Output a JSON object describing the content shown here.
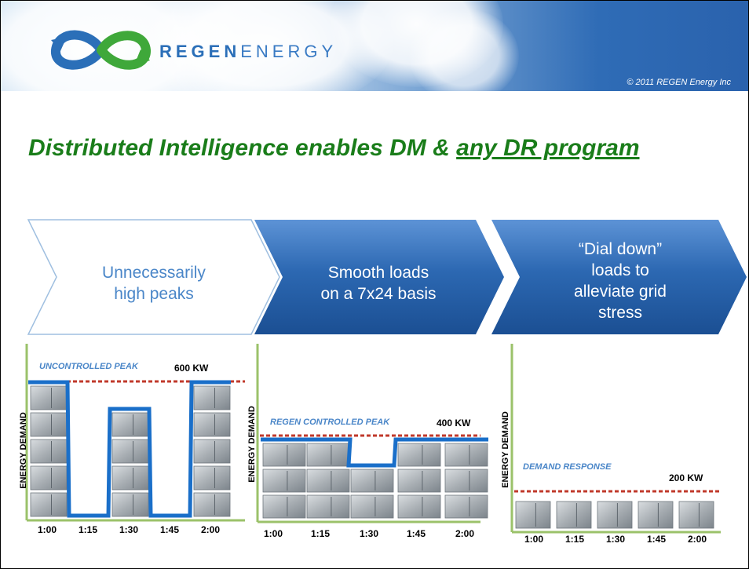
{
  "header": {
    "brand_regen": "REGEN",
    "brand_energy": "ENERGY",
    "copyright": "© 2011 REGEN Energy Inc",
    "logo_icon": "infinity-arrows-icon"
  },
  "title": {
    "main": "Distributed Intelligence enables DM & ",
    "underlined": "any DR program"
  },
  "chevrons": [
    {
      "lines": [
        "Unnecessarily",
        "high peaks"
      ],
      "style": "outline"
    },
    {
      "lines": [
        "Smooth loads",
        "on a 7x24 basis"
      ],
      "style": "blue"
    },
    {
      "lines": [
        "“Dial down”",
        "loads to",
        "alleviate grid",
        "stress"
      ],
      "style": "blue"
    }
  ],
  "colors": {
    "title_green": "#1a7d1a",
    "accent_blue": "#2b6fb8",
    "axis_green": "#9bc26a",
    "peak_red": "#c0392b",
    "label_blue": "#4a86c8",
    "load_line": "#1a6fc9"
  },
  "panels": [
    {
      "ylabel": "ENERGY DEMAND",
      "peak_label": "UNCONTROLLED PEAK",
      "kw": "600 KW",
      "ticks": [
        "1:00",
        "1:15",
        "1:30",
        "1:45",
        "2:00"
      ],
      "unit_stacks": [
        5,
        0,
        4,
        0,
        5
      ]
    },
    {
      "ylabel": "ENERGY DEMAND",
      "peak_label": "REGEN CONTROLLED PEAK",
      "kw": "400 KW",
      "ticks": [
        "1:00",
        "1:15",
        "1:30",
        "1:45",
        "2:00"
      ],
      "unit_stacks": [
        3,
        3,
        2,
        3,
        3
      ]
    },
    {
      "ylabel": "ENERGY DEMAND",
      "peak_label": "DEMAND RESPONSE",
      "kw": "200 KW",
      "ticks": [
        "1:00",
        "1:15",
        "1:30",
        "1:45",
        "2:00"
      ],
      "unit_stacks": [
        1,
        1,
        1,
        1,
        1
      ]
    }
  ]
}
